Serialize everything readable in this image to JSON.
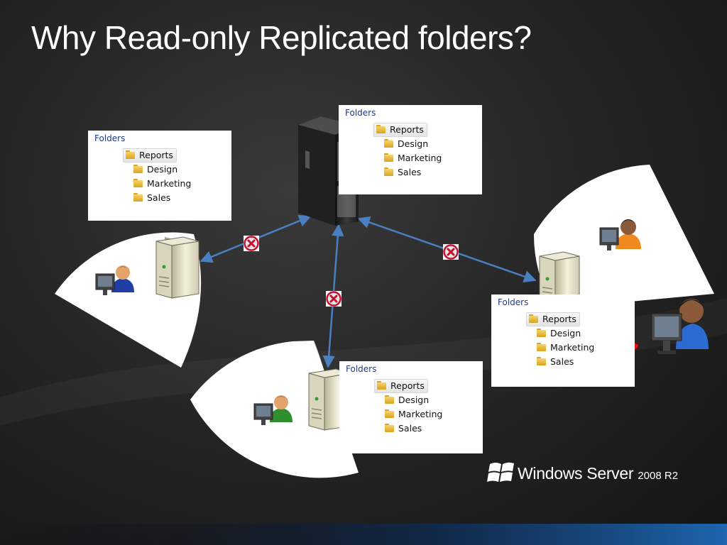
{
  "title": "Why Read-only Replicated folders?",
  "panel_header": "Folders",
  "folders": {
    "root": "Reports",
    "children": [
      "Design",
      "Marketing",
      "Sales"
    ]
  },
  "logo": {
    "brand": "Windows Server",
    "version": "2008 R2"
  },
  "colors": {
    "arrow": "#4a7fc1",
    "blocked": "#c8102e",
    "background": "#262626"
  }
}
